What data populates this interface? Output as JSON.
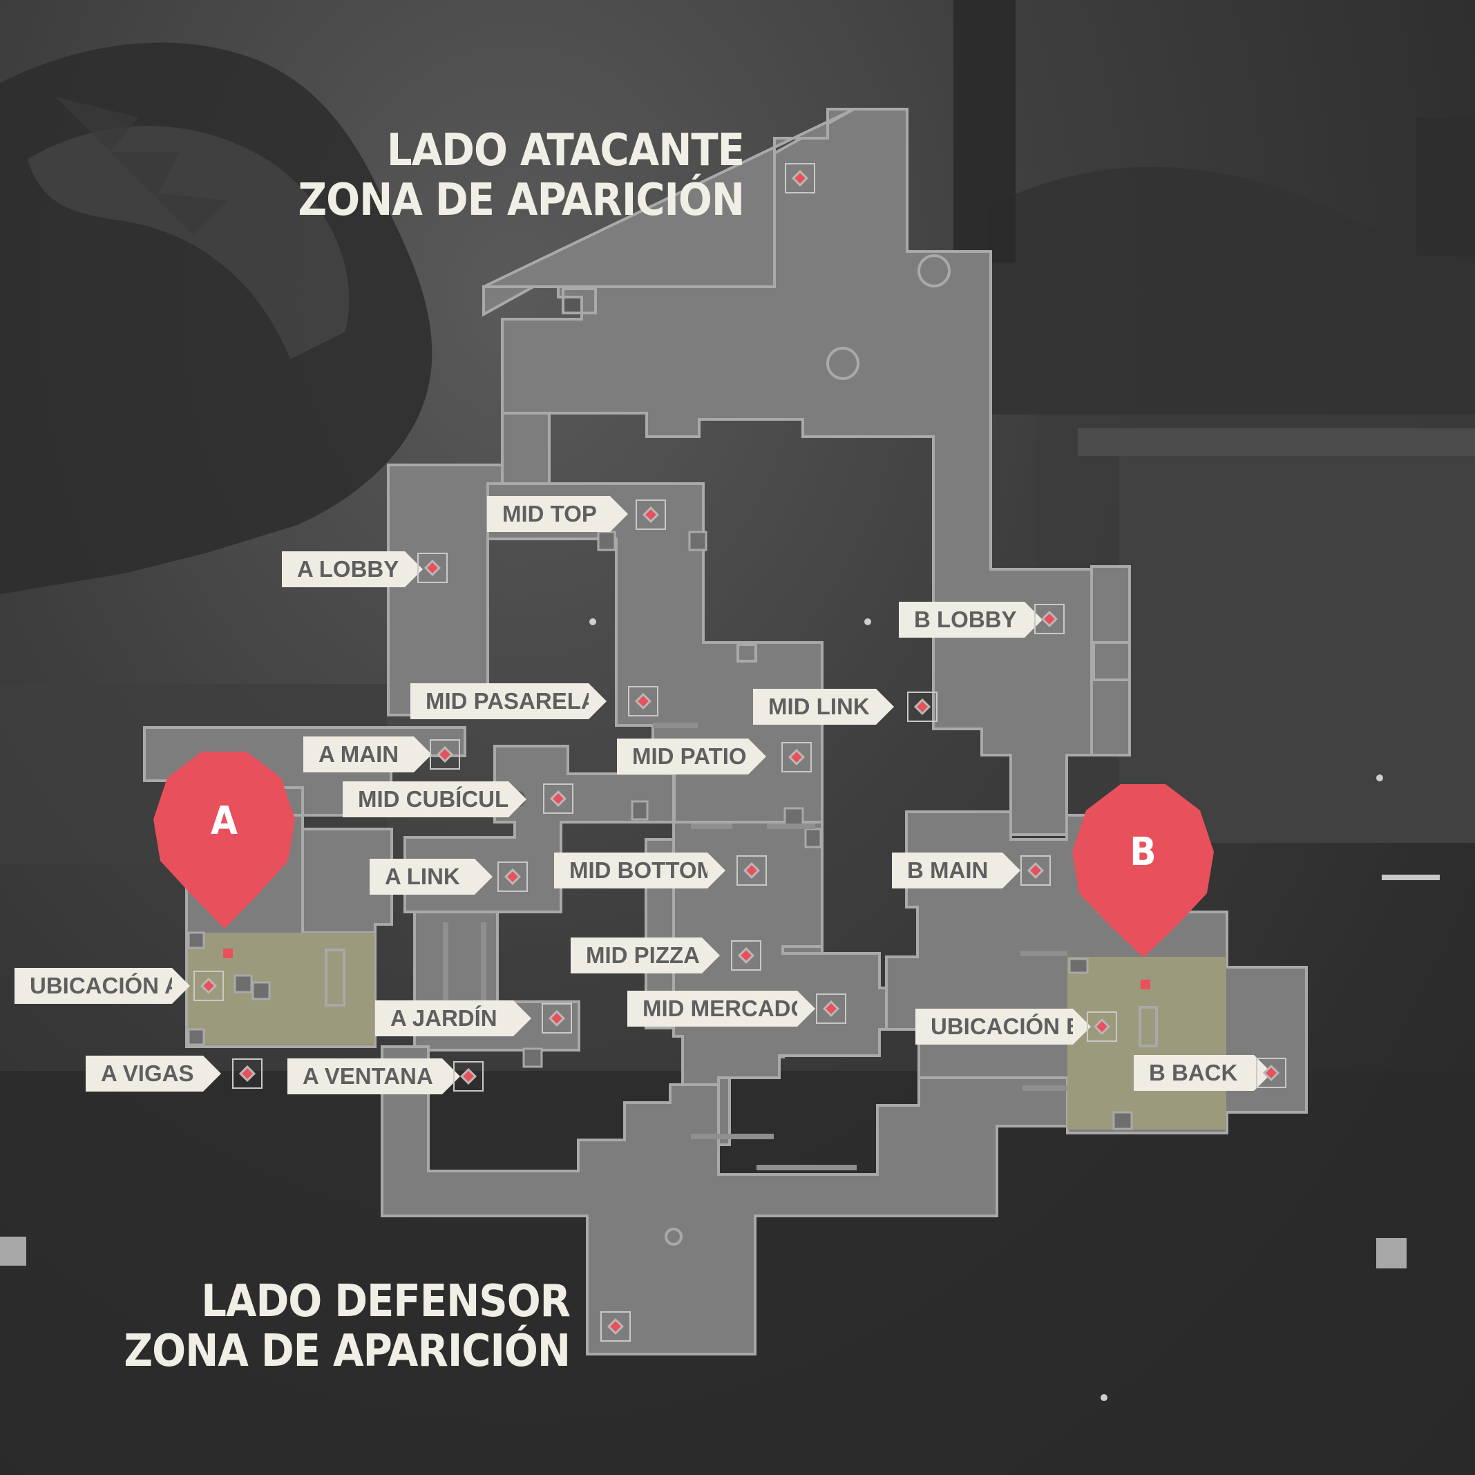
{
  "headings": {
    "attacker_spawn": {
      "line1": "LADO ATACANTE",
      "line2": "ZONA DE APARICIÓN"
    },
    "defender_spawn": {
      "line1": "LADO DEFENSOR",
      "line2": "ZONA DE APARICIÓN"
    }
  },
  "sites": {
    "a": {
      "letter": "A",
      "color": "#e8505b"
    },
    "b": {
      "letter": "B",
      "color": "#e8505b"
    }
  },
  "callouts": {
    "mid_top": "MID TOP",
    "a_lobby": "A LOBBY",
    "b_lobby": "B LOBBY",
    "mid_pasarela": "MID PASARELA",
    "mid_link": "MID LINK",
    "a_main": "A MAIN",
    "mid_patio": "MID PATIO",
    "mid_cubiculo": "MID CUBÍCULO",
    "a_link": "A LINK",
    "mid_bottom": "MID BOTTOM",
    "b_main": "B MAIN",
    "mid_pizza": "MID PIZZA",
    "ubicacion_a": "UBICACIÓN A",
    "a_jardin": "A JARDÍN",
    "mid_mercado": "MID MERCADO",
    "ubicacion_b": "UBICACIÓN B",
    "a_vigas": "A VIGAS",
    "a_ventana": "A VENTANA",
    "b_back": "B BACK"
  },
  "colors": {
    "map_floor": "#7d7d7d",
    "map_outline": "#a9a9a9",
    "site_plant_zone": "#9c9a7d",
    "callout_bg": "#efece4",
    "marker": "#e8505b"
  },
  "icons": {
    "location_marker": "location-marker-icon",
    "site_pin": "site-pin-icon"
  }
}
